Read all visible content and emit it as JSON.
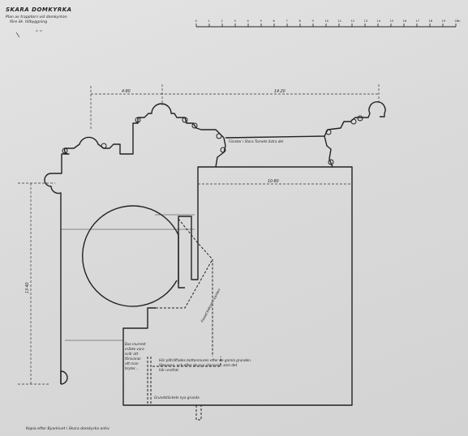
{
  "title": "SKARA DOMKYRKA",
  "subtitle_lines": [
    "Plan av trapptorn vid domkyrkan",
    "före ök. tillbyggning"
  ],
  "scale": {
    "labels": [
      "0",
      "1",
      "2",
      "3",
      "4",
      "5",
      "6",
      "7",
      "8",
      "9",
      "10",
      "11",
      "12",
      "13",
      "14",
      "15",
      "16",
      "17",
      "18",
      "19",
      "20"
    ],
    "unit": "m"
  },
  "dimensions": {
    "top_left": "4·80",
    "top_right": "14·20",
    "inner_width": "10·80",
    "left_height": "13·40"
  },
  "notes": {
    "window": "Fönster i Stora Tornets östra del",
    "foundation_lines": [
      "Bas murrest",
      "måste vara",
      "svår att",
      "försvaras",
      "att man",
      "bryter..."
    ],
    "grave_lines": [
      "Här påträffades bottenmuren efter de gamla grunden.",
      "Stenarna, och efter de nya rännorna, som det",
      "här urvittat."
    ],
    "lower": "Grundstäckets nya grunda",
    "diagonal": "Fasad bakom i kanten"
  },
  "caption": "Kopia efter Byarkivet i Skara domkyrka arkiv",
  "colors": {
    "ink": "#222222",
    "paper": "#dcdcdc"
  }
}
